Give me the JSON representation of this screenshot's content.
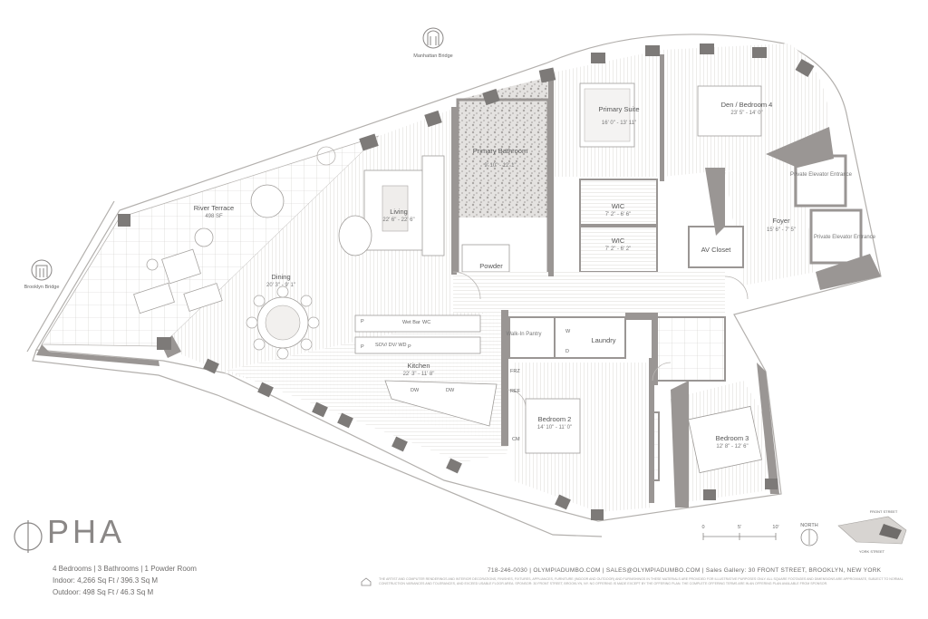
{
  "rooms": {
    "river_terrace": {
      "name": "River Terrace",
      "dims": "498 SF"
    },
    "living": {
      "name": "Living",
      "dims": "22' 6\" - 22' 6\""
    },
    "dining": {
      "name": "Dining",
      "dims": "20' 3\" - 9' 1\""
    },
    "kitchen": {
      "name": "Kitchen",
      "dims": "22' 3\" - 11' 8\""
    },
    "primary_bathroom": {
      "name": "Primary Bathroom",
      "dims": "9' 10\" - 12' 1\""
    },
    "primary_suite": {
      "name": "Primary Suite",
      "dims": "16' 0\" - 13' 11\""
    },
    "wic_1": {
      "name": "WIC",
      "dims": "7' 2\" - 6' 6\""
    },
    "wic_2": {
      "name": "WIC",
      "dims": "7' 2\" - 6' 2\""
    },
    "den": {
      "name": "Den / Bedroom 4",
      "dims": "23' 5\" - 14' 0\""
    },
    "foyer": {
      "name": "Foyer",
      "dims": "15' 6\" - 7' 5\""
    },
    "av_closet": {
      "name": "AV Closet"
    },
    "elevator_1": {
      "name": "Private Elevator Entrance"
    },
    "elevator_2": {
      "name": "Private Elevator Entrance"
    },
    "powder": {
      "name": "Powder"
    },
    "walk_in_pantry": {
      "name": "Walk-In Pantry"
    },
    "laundry": {
      "name": "Laundry"
    },
    "bedroom_2": {
      "name": "Bedroom 2",
      "dims": "14' 10\" - 11' 0\""
    },
    "bedroom_3": {
      "name": "Bedroom 3",
      "dims": "12' 8\" - 12' 6\""
    }
  },
  "fixtures": {
    "wet_bar": "Wet Bar",
    "wc": "WC",
    "p": "P",
    "sov": "SOV/ DV/ WD",
    "dw": "DW",
    "frz": "FRZ",
    "ref": "REF",
    "cm": "CM",
    "w": "W",
    "d": "D"
  },
  "landmarks": {
    "manhattan_bridge": "Manhattan Bridge",
    "brooklyn_bridge": "Brooklyn Bridge"
  },
  "scale": {
    "ticks": [
      "0",
      "5'",
      "10'"
    ],
    "north": "NORTH"
  },
  "keymap": {
    "front_street": "FRONT STREET",
    "york_street": "YORK STREET"
  },
  "brand": {
    "name": "PHA"
  },
  "stats": {
    "rooms": "4 Bedrooms  |  3 Bathrooms  |  1 Powder Room",
    "indoor": "Indoor: 4,266 Sq Ft / 396.3 Sq M",
    "outdoor": "Outdoor: 498 Sq Ft / 46.3 Sq M"
  },
  "contact": {
    "phone": "718-246-0030",
    "web": "OLYMPIADUMBO.COM",
    "email": "SALES@OLYMPIADUMBO.COM",
    "gallery": "Sales Gallery: 30 FRONT STREET, BROOKLYN, NEW YORK"
  },
  "legal": "The artist and computer renderings and interior decorations, finishes, fixtures, appliances, furniture (indoor and outdoor) and furnishings in these materials are provided for illustrative purposes only. All square footages and dimensions are approximate, subject to normal construction variances and tolerances, and exceed usable floor area. Sponsor: 30 Front Street, Brooklyn, NY. No offering is made except by the offering plan. The complete offering terms are in an offering plan available from sponsor."
}
